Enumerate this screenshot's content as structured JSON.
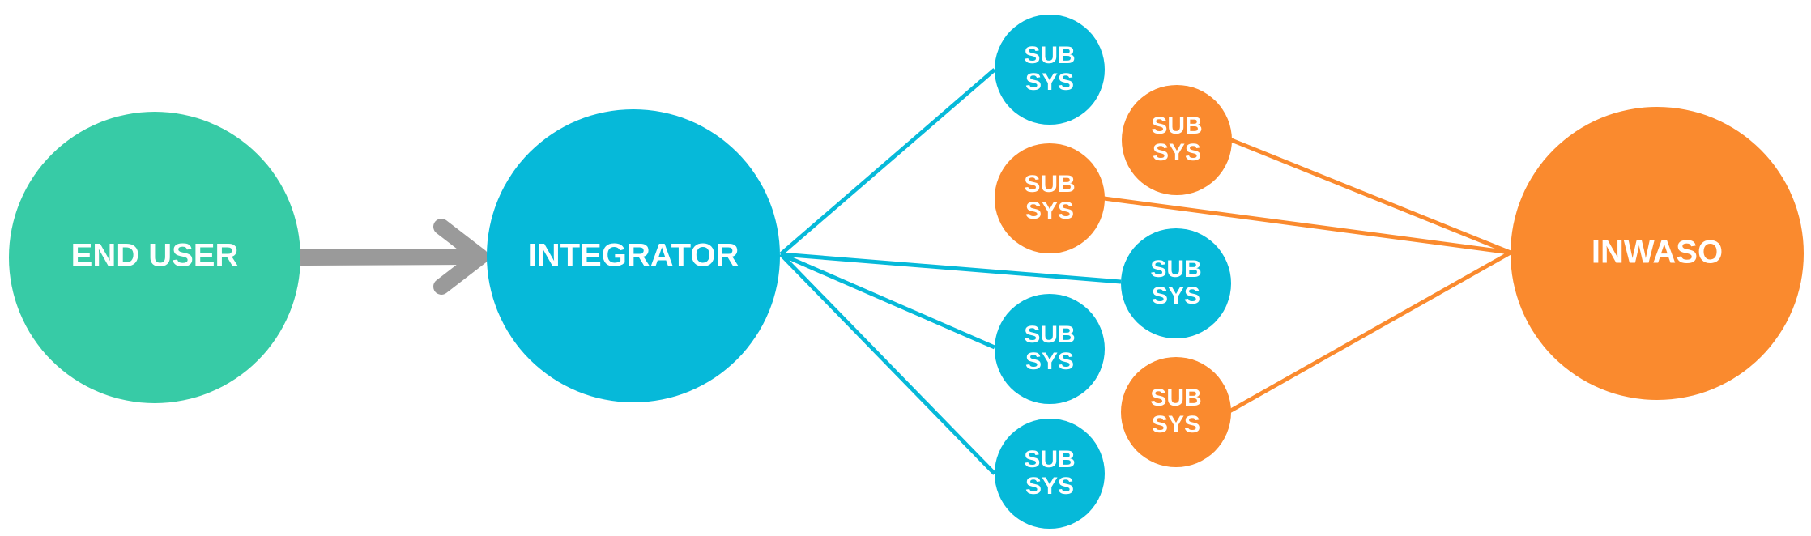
{
  "colors": {
    "end_user": "#37cba6",
    "integrator": "#06b9d9",
    "inwaso": "#fa8a2e",
    "arrow": "#9a9a9a",
    "blue_line": "#06b9d9",
    "orange_line": "#fa8a2e",
    "label_text": "#ffffff"
  },
  "nodes": {
    "end_user": {
      "label": "END USER",
      "color_key": "end_user"
    },
    "integrator": {
      "label": "INTEGRATOR",
      "color_key": "integrator"
    },
    "inwaso": {
      "label": "INWASO",
      "color_key": "inwaso"
    }
  },
  "subsystems": [
    {
      "line1": "SUB",
      "line2": "SYS",
      "owner": "integrator"
    },
    {
      "line1": "SUB",
      "line2": "SYS",
      "owner": "inwaso"
    },
    {
      "line1": "SUB",
      "line2": "SYS",
      "owner": "inwaso"
    },
    {
      "line1": "SUB",
      "line2": "SYS",
      "owner": "integrator"
    },
    {
      "line1": "SUB",
      "line2": "SYS",
      "owner": "integrator"
    },
    {
      "line1": "SUB",
      "line2": "SYS",
      "owner": "inwaso"
    },
    {
      "line1": "SUB",
      "line2": "SYS",
      "owner": "integrator"
    }
  ],
  "arrow": {
    "from": "end_user",
    "to": "integrator"
  }
}
